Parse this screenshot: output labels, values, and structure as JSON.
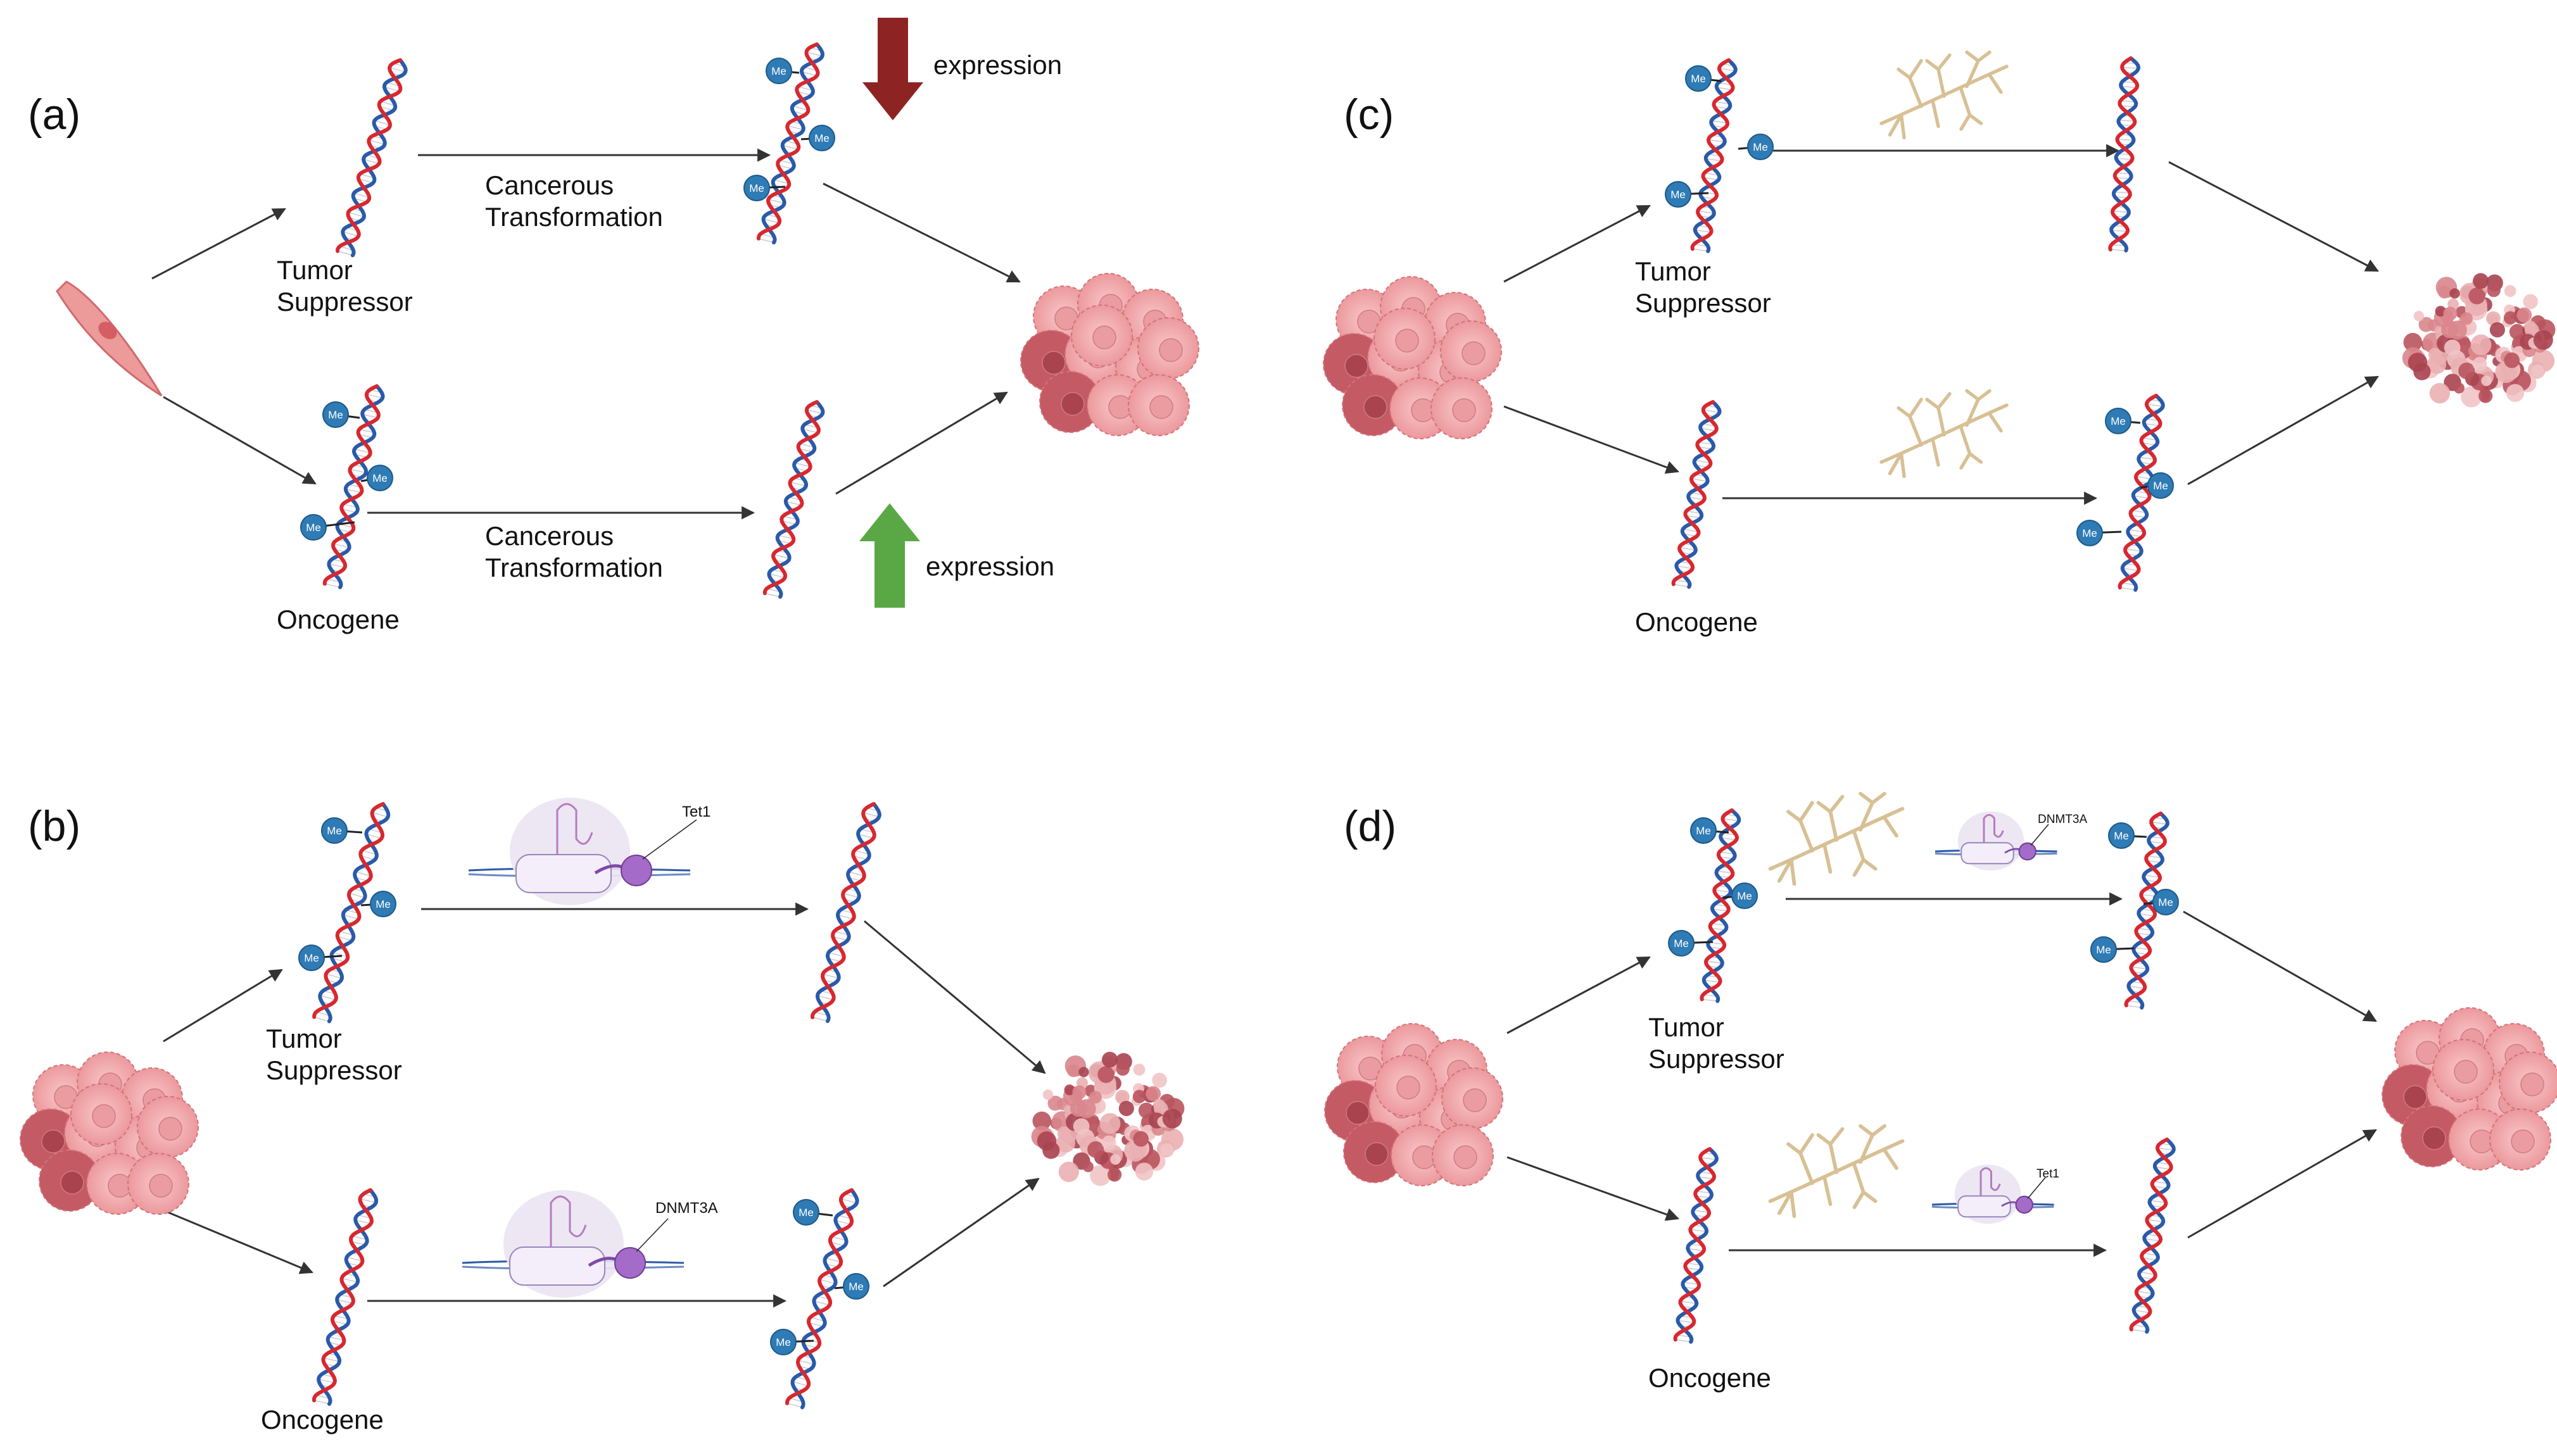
{
  "panels": {
    "a": {
      "label": "(a)",
      "tumor_suppressor": "Tumor\nSuppressor",
      "oncogene": "Oncogene",
      "transformation_top": "Cancerous\nTransformation",
      "transformation_bottom": "Cancerous\nTransformation",
      "expression_down": "expression",
      "expression_up": "expression"
    },
    "b": {
      "label": "(b)",
      "tumor_suppressor": "Tumor\nSuppressor",
      "oncogene": "Oncogene",
      "enzyme_top": "Tet1",
      "enzyme_bottom": "DNMT3A"
    },
    "c": {
      "label": "(c)",
      "tumor_suppressor": "Tumor\nSuppressor",
      "oncogene": "Oncogene"
    },
    "d": {
      "label": "(d)",
      "tumor_suppressor": "Tumor\nSuppressor",
      "oncogene": "Oncogene",
      "enzyme_top": "DNMT3A",
      "enzyme_bottom": "Tet1"
    }
  },
  "methyl_tag": "Me",
  "colors": {
    "dna_red": "#d7282f",
    "dna_blue": "#2a5aa8",
    "methyl_fill": "#2f7bb5",
    "arrow": "#333333",
    "expression_down": "#8e2323",
    "expression_up": "#5aa845",
    "tumor_cell": "#f2a3a6",
    "tumor_dark": "#c45a63",
    "normal_cell": "#e78a8c",
    "neuron": "#d8c095",
    "enzyme_purple": "#a46bc9"
  }
}
